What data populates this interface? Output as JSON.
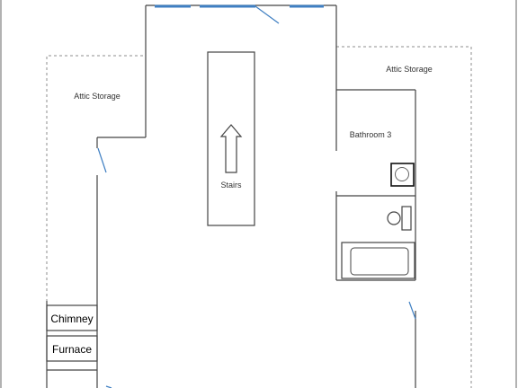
{
  "labels": {
    "attic_left": "Attic Storage",
    "attic_right": "Attic Storage",
    "bathroom": "Bathroom 3",
    "stairs": "Stairs",
    "chimney": "Chimney",
    "furnace": "Furnace"
  },
  "colors": {
    "wall": "#444444",
    "door": "#3f7fc2",
    "dashed": "#8c8c8c"
  }
}
